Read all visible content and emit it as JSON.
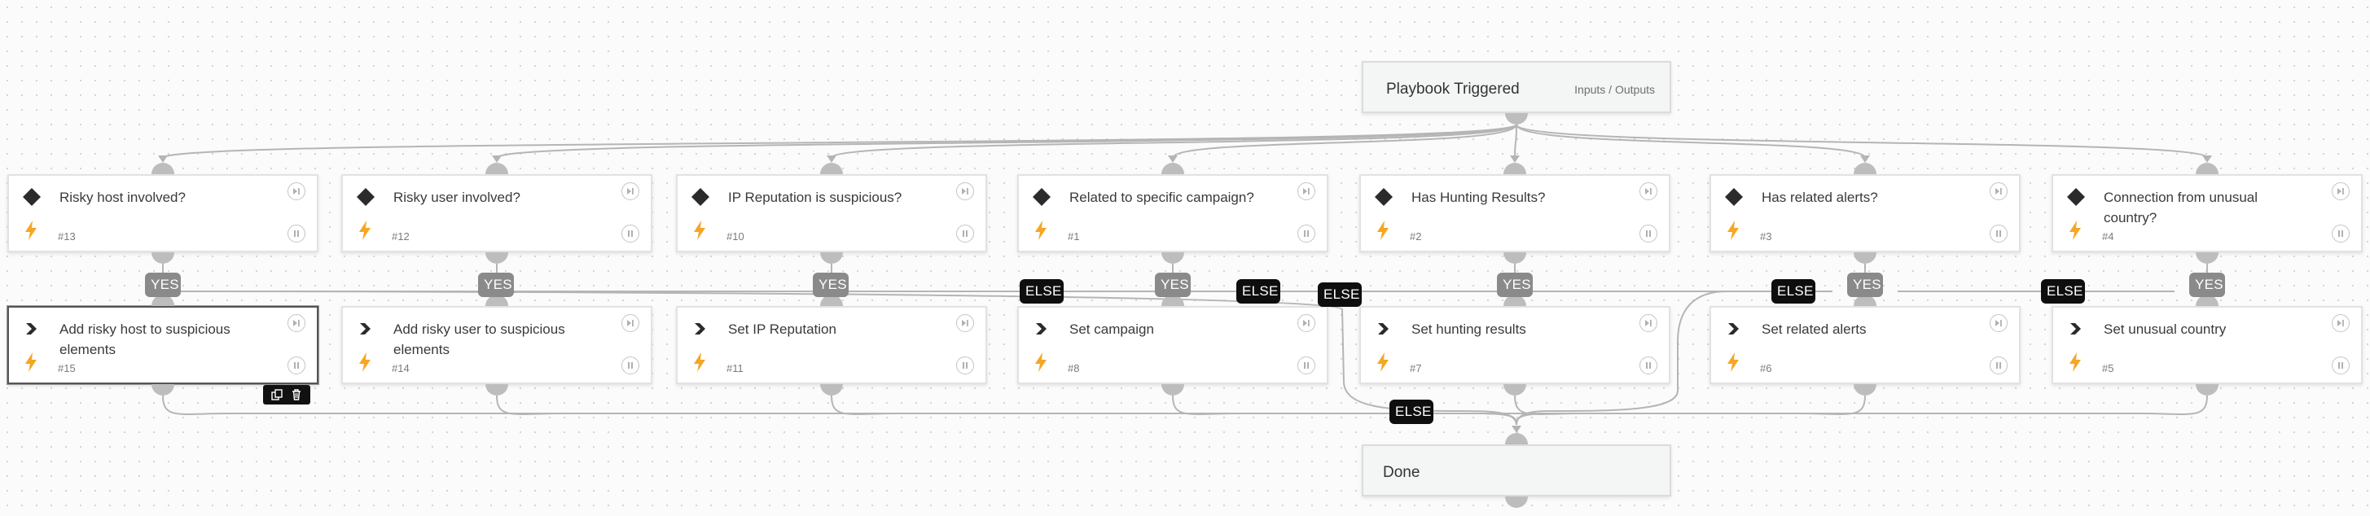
{
  "colors": {
    "edge": "#b5b5b5",
    "port": "#bdbdbd",
    "bolt": "#f5a623",
    "yes_bg": "#8a8a8a",
    "else_bg": "#0e0e0e"
  },
  "start": {
    "title": "Playbook Triggered",
    "io_link": "Inputs / Outputs"
  },
  "done": {
    "title": "Done"
  },
  "conditions": [
    {
      "title": "Risky host involved?",
      "id": "#13",
      "icon": "diamond-condition-icon"
    },
    {
      "title": "Risky user involved?",
      "id": "#12",
      "icon": "diamond-condition-icon"
    },
    {
      "title": "IP Reputation is suspicious?",
      "id": "#10",
      "icon": "diamond-condition-icon"
    },
    {
      "title": "Related to specific campaign?",
      "id": "#1",
      "icon": "diamond-condition-icon"
    },
    {
      "title": "Has Hunting Results?",
      "id": "#2",
      "icon": "diamond-condition-icon"
    },
    {
      "title": "Has related alerts?",
      "id": "#3",
      "icon": "diamond-condition-icon"
    },
    {
      "title": "Connection from unusual country?",
      "id": "#4",
      "icon": "diamond-condition-icon"
    }
  ],
  "actions": [
    {
      "title": "Add risky host to suspicious elements",
      "id": "#15",
      "icon": "chevron-right-icon"
    },
    {
      "title": "Add risky user to suspicious elements",
      "id": "#14",
      "icon": "chevron-right-icon"
    },
    {
      "title": "Set IP Reputation",
      "id": "#11",
      "icon": "chevron-right-icon"
    },
    {
      "title": "Set campaign",
      "id": "#8",
      "icon": "chevron-right-icon"
    },
    {
      "title": "Set hunting results",
      "id": "#7",
      "icon": "chevron-right-icon"
    },
    {
      "title": "Set related alerts",
      "id": "#6",
      "icon": "chevron-right-icon"
    },
    {
      "title": "Set unusual country",
      "id": "#5",
      "icon": "chevron-right-icon"
    }
  ],
  "labels": {
    "yes": [
      "YES",
      "YES",
      "YES",
      "YES",
      "YES",
      "YES",
      "YES"
    ],
    "else": [
      "ELSE",
      "ELSE",
      "ELSE",
      "ELSE",
      "ELSE",
      "ELSE"
    ]
  }
}
